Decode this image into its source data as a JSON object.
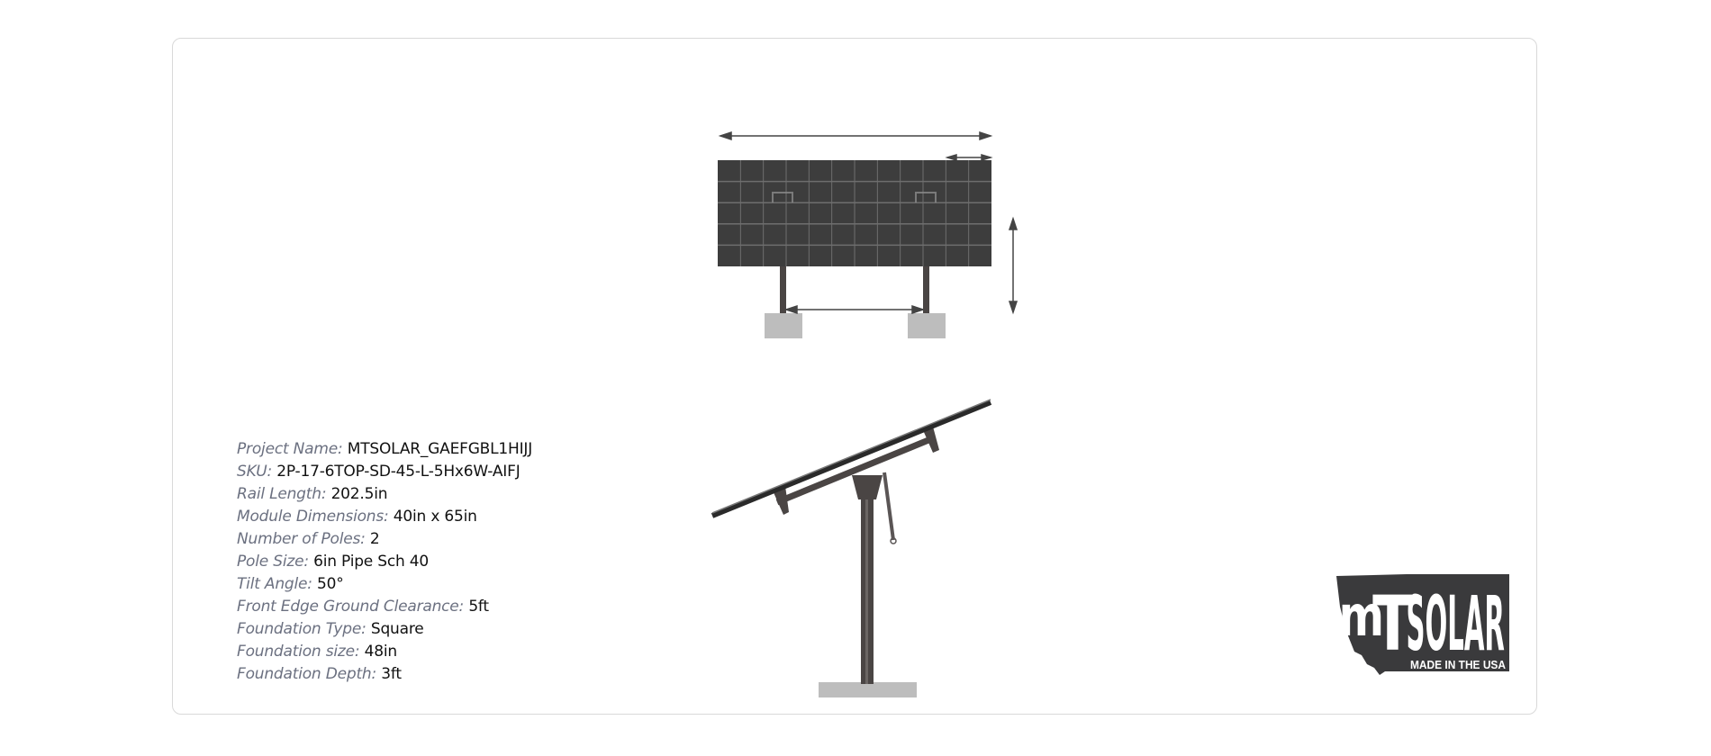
{
  "specs": [
    {
      "label": "Project Name:",
      "value": "MTSOLAR_GAEFGBL1HIJJ"
    },
    {
      "label": "SKU:",
      "value": "2P-17-6TOP-SD-45-L-5Hx6W-AIFJ"
    },
    {
      "label": "Rail Length:",
      "value": "202.5in"
    },
    {
      "label": "Module Dimensions:",
      "value": "40in x 65in"
    },
    {
      "label": "Number of Poles:",
      "value": "2"
    },
    {
      "label": "Pole Size:",
      "value": "6in Pipe Sch 40"
    },
    {
      "label": "Tilt Angle:",
      "value": "50°"
    },
    {
      "label": "Front Edge Ground Clearance:",
      "value": "5ft"
    },
    {
      "label": "Foundation Type:",
      "value": "Square"
    },
    {
      "label": "Foundation size:",
      "value": "48in"
    },
    {
      "label": "Foundation Depth:",
      "value": "3ft"
    }
  ],
  "panel_grid": {
    "rows": 5,
    "cols": 12
  },
  "logo": {
    "brand_m": "m",
    "brand_t": "T",
    "brand_rest": "SOLAR",
    "tagline": "MADE IN THE USA"
  },
  "colors": {
    "panel": "#3d3d3d",
    "panel_line": "#6e6e6e",
    "steel": "#4a4544",
    "foundation": "#bdbdbd",
    "logo_dark": "#3a3a3c",
    "label": "#6b7080"
  }
}
